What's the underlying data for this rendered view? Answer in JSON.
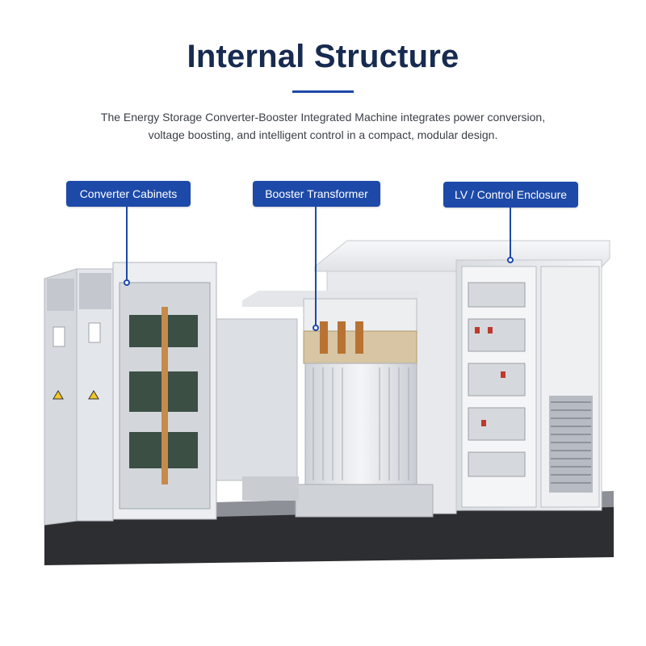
{
  "header": {
    "title": "Internal Structure",
    "subtitle_line1": "The Energy Storage Converter-Booster Integrated Machine integrates power conversion,",
    "subtitle_line2": "voltage boosting, and intelligent control in a compact, modular design."
  },
  "callouts": [
    {
      "label": "Converter Cabinets"
    },
    {
      "label": "Booster Transformer"
    },
    {
      "label": "LV / Control Enclosure"
    }
  ],
  "colors": {
    "title": "#172a4f",
    "accent": "#1d4aa8",
    "body_text": "#3a3f47",
    "cabinet": "#eceef1",
    "base": "#2c2e31"
  }
}
